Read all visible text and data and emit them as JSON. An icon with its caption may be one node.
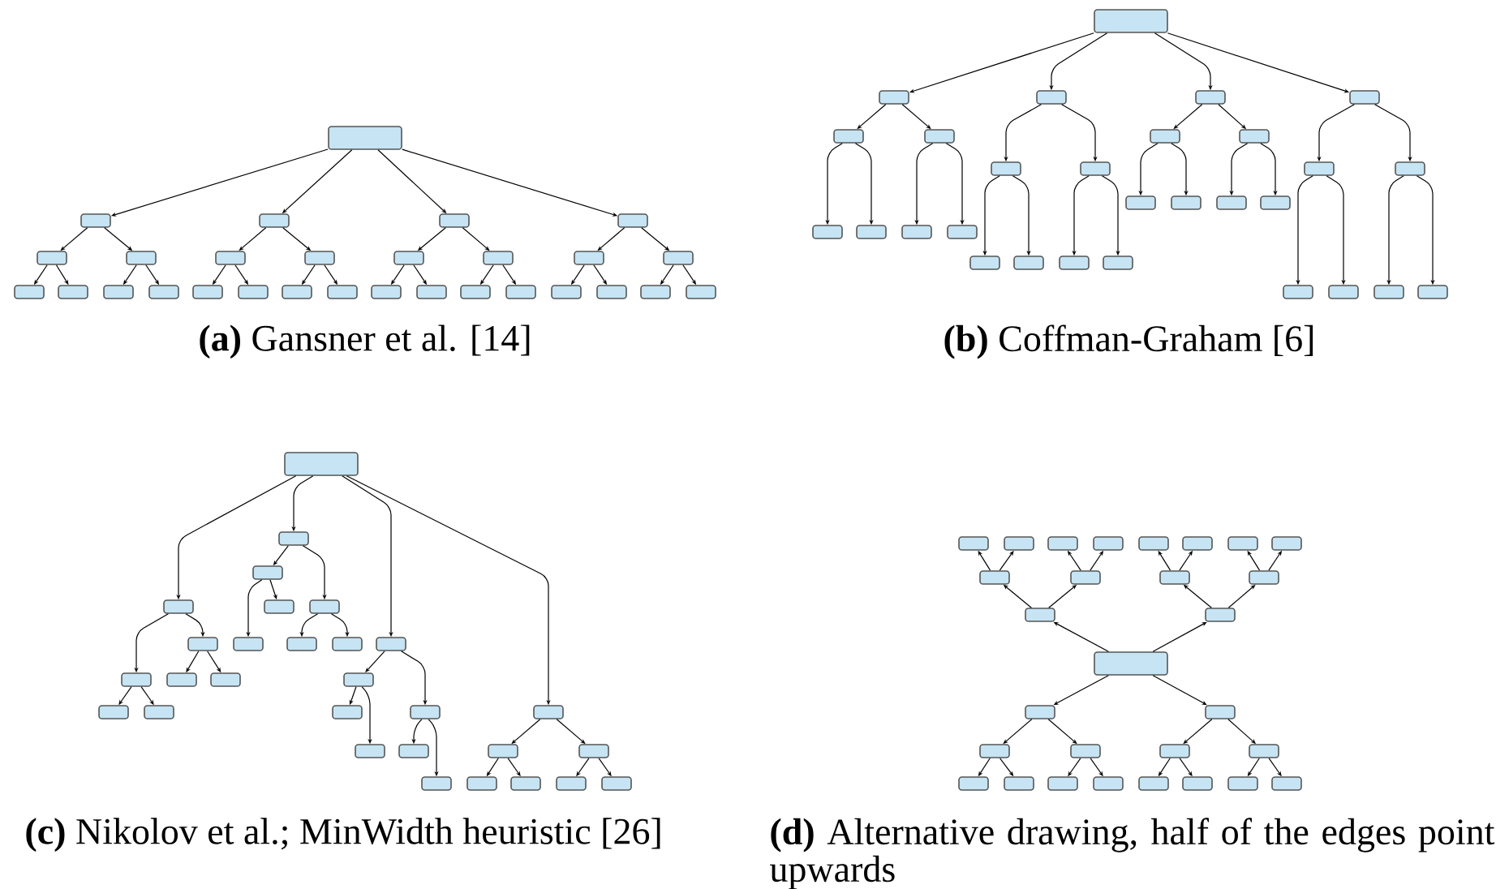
{
  "diagram": {
    "nodes": [
      {
        "text": [],
        "shape": "box"
      },
      {
        "text": [],
        "shape": "box"
      },
      {
        "text": [],
        "shape": "box"
      },
      {
        "text": [],
        "shape": "box"
      },
      {
        "text": [],
        "shape": "box"
      },
      {
        "text": [],
        "shape": "box"
      },
      {
        "text": [],
        "shape": "box"
      },
      {
        "text": [],
        "shape": "box"
      },
      {
        "text": [],
        "shape": "box"
      },
      {
        "text": [],
        "shape": "box"
      },
      {
        "text": [],
        "shape": "box"
      },
      {
        "text": [],
        "shape": "box"
      },
      {
        "text": [],
        "shape": "box"
      },
      {
        "text": [],
        "shape": "box"
      },
      {
        "text": [],
        "shape": "box"
      },
      {
        "text": [],
        "shape": "box"
      },
      {
        "text": [],
        "shape": "box"
      },
      {
        "text": [],
        "shape": "box"
      },
      {
        "text": [],
        "shape": "box"
      },
      {
        "text": [],
        "shape": "box"
      },
      {
        "text": [],
        "shape": "box"
      },
      {
        "text": [],
        "shape": "box"
      },
      {
        "text": [],
        "shape": "box"
      },
      {
        "text": [],
        "shape": "box"
      },
      {
        "text": [],
        "shape": "box"
      },
      {
        "text": [],
        "shape": "box"
      },
      {
        "text": [],
        "shape": "box"
      },
      {
        "text": [],
        "shape": "box"
      },
      {
        "text": [],
        "shape": "box"
      },
      {
        "text": [],
        "shape": "box"
      },
      {
        "text": [],
        "shape": "box"
      },
      {
        "text": [],
        "shape": "box"
      },
      {
        "text": [],
        "shape": "box"
      },
      {
        "text": [],
        "shape": "box"
      },
      {
        "text": [],
        "shape": "box"
      },
      {
        "text": [],
        "shape": "box"
      },
      {
        "text": [],
        "shape": "box"
      },
      {
        "text": [],
        "shape": "box"
      },
      {
        "text": [],
        "shape": "box"
      },
      {
        "text": [],
        "shape": "box"
      },
      {
        "text": [],
        "shape": "box"
      },
      {
        "text": [],
        "shape": "box"
      },
      {
        "text": [],
        "shape": "box"
      },
      {
        "text": [],
        "shape": "box"
      },
      {
        "text": [],
        "shape": "box"
      },
      {
        "text": [],
        "shape": "box"
      },
      {
        "text": [],
        "shape": "box"
      },
      {
        "text": [],
        "shape": "box"
      },
      {
        "text": [],
        "shape": "box"
      },
      {
        "text": [],
        "shape": "box"
      },
      {
        "text": [],
        "shape": "box"
      },
      {
        "text": [],
        "shape": "box"
      },
      {
        "text": [],
        "shape": "box"
      },
      {
        "text": [],
        "shape": "box"
      },
      {
        "text": [],
        "shape": "box"
      },
      {
        "text": [],
        "shape": "box"
      },
      {
        "text": [],
        "shape": "box"
      },
      {
        "text": [],
        "shape": "box"
      },
      {
        "text": [],
        "shape": "box"
      },
      {
        "text": [],
        "shape": "box"
      },
      {
        "text": [],
        "shape": "box"
      },
      {
        "text": [],
        "shape": "box"
      },
      {
        "text": [],
        "shape": "box"
      },
      {
        "text": [],
        "shape": "box"
      },
      {
        "text": [],
        "shape": "box"
      },
      {
        "text": [],
        "shape": "box"
      },
      {
        "text": [],
        "shape": "box"
      },
      {
        "text": [],
        "shape": "box"
      },
      {
        "text": [],
        "shape": "box"
      },
      {
        "text": [],
        "shape": "box"
      },
      {
        "text": [],
        "shape": "box"
      },
      {
        "text": [],
        "shape": "box"
      },
      {
        "text": [],
        "shape": "box"
      },
      {
        "text": [],
        "shape": "box"
      },
      {
        "text": [],
        "shape": "box"
      },
      {
        "text": [],
        "shape": "box"
      },
      {
        "text": [],
        "shape": "box"
      },
      {
        "text": [],
        "shape": "box"
      },
      {
        "text": [],
        "shape": "box"
      },
      {
        "text": [],
        "shape": "box"
      },
      {
        "text": [],
        "shape": "box"
      },
      {
        "text": [],
        "shape": "box"
      },
      {
        "text": [],
        "shape": "box"
      },
      {
        "text": [],
        "shape": "box"
      },
      {
        "text": [],
        "shape": "box"
      },
      {
        "text": [],
        "shape": "box"
      },
      {
        "text": [],
        "shape": "box"
      },
      {
        "text": [],
        "shape": "box"
      },
      {
        "text": [],
        "shape": "box"
      },
      {
        "text": [],
        "shape": "box"
      },
      {
        "text": [],
        "shape": "box"
      },
      {
        "text": [],
        "shape": "box"
      },
      {
        "text": [],
        "shape": "box"
      },
      {
        "text": [],
        "shape": "box"
      },
      {
        "text": [],
        "shape": "box"
      },
      {
        "text": [],
        "shape": "box"
      },
      {
        "text": [],
        "shape": "box"
      },
      {
        "text": [],
        "shape": "box"
      },
      {
        "text": [],
        "shape": "box"
      },
      {
        "text": [],
        "shape": "box"
      },
      {
        "text": [],
        "shape": "box"
      },
      {
        "text": [],
        "shape": "box"
      },
      {
        "text": [],
        "shape": "box"
      },
      {
        "text": [],
        "shape": "box"
      },
      {
        "text": [],
        "shape": "box"
      },
      {
        "text": [],
        "shape": "box"
      },
      {
        "text": [],
        "shape": "box"
      },
      {
        "text": [],
        "shape": "box"
      },
      {
        "text": [],
        "shape": "box"
      },
      {
        "text": [],
        "shape": "box"
      },
      {
        "text": [],
        "shape": "box"
      },
      {
        "text": [],
        "shape": "box"
      },
      {
        "text": [],
        "shape": "box"
      },
      {
        "text": [],
        "shape": "box"
      },
      {
        "text": [],
        "shape": "box"
      },
      {
        "text": [],
        "shape": "box"
      }
    ],
    "edges": [
      {
        "from": 0,
        "to": 1,
        "arrow": "to"
      },
      {
        "from": 0,
        "to": 2,
        "arrow": "to"
      },
      {
        "from": 0,
        "to": 3,
        "arrow": "to"
      },
      {
        "from": 0,
        "to": 4,
        "arrow": "to"
      },
      {
        "from": 1,
        "to": 5,
        "arrow": "to"
      },
      {
        "from": 1,
        "to": 6,
        "arrow": "to"
      },
      {
        "from": 2,
        "to": 7,
        "arrow": "to"
      },
      {
        "from": 2,
        "to": 8,
        "arrow": "to"
      },
      {
        "from": 3,
        "to": 9,
        "arrow": "to"
      },
      {
        "from": 3,
        "to": 10,
        "arrow": "to"
      },
      {
        "from": 4,
        "to": 11,
        "arrow": "to"
      },
      {
        "from": 4,
        "to": 12,
        "arrow": "to"
      },
      {
        "from": 5,
        "to": 13,
        "arrow": "to"
      },
      {
        "from": 5,
        "to": 14,
        "arrow": "to"
      },
      {
        "from": 6,
        "to": 15,
        "arrow": "to"
      },
      {
        "from": 6,
        "to": 16,
        "arrow": "to"
      },
      {
        "from": 7,
        "to": 17,
        "arrow": "to"
      },
      {
        "from": 7,
        "to": 18,
        "arrow": "to"
      },
      {
        "from": 8,
        "to": 19,
        "arrow": "to"
      },
      {
        "from": 8,
        "to": 20,
        "arrow": "to"
      },
      {
        "from": 9,
        "to": 21,
        "arrow": "to"
      },
      {
        "from": 9,
        "to": 22,
        "arrow": "to"
      },
      {
        "from": 10,
        "to": 23,
        "arrow": "to"
      },
      {
        "from": 10,
        "to": 24,
        "arrow": "to"
      },
      {
        "from": 11,
        "to": 25,
        "arrow": "to"
      },
      {
        "from": 11,
        "to": 26,
        "arrow": "to"
      },
      {
        "from": 12,
        "to": 27,
        "arrow": "to"
      },
      {
        "from": 12,
        "to": 28,
        "arrow": "to"
      },
      {
        "from": 29,
        "to": 30,
        "arrow": "to"
      },
      {
        "from": 29,
        "to": 31,
        "arrow": "to"
      },
      {
        "from": 29,
        "to": 32,
        "arrow": "to"
      },
      {
        "from": 29,
        "to": 33,
        "arrow": "to"
      },
      {
        "from": 30,
        "to": 34,
        "arrow": "to"
      },
      {
        "from": 30,
        "to": 35,
        "arrow": "to"
      },
      {
        "from": 31,
        "to": 36,
        "arrow": "to"
      },
      {
        "from": 31,
        "to": 37,
        "arrow": "to"
      },
      {
        "from": 32,
        "to": 38,
        "arrow": "to"
      },
      {
        "from": 32,
        "to": 39,
        "arrow": "to"
      },
      {
        "from": 33,
        "to": 40,
        "arrow": "to"
      },
      {
        "from": 33,
        "to": 41,
        "arrow": "to"
      },
      {
        "from": 34,
        "to": 42,
        "arrow": "to"
      },
      {
        "from": 34,
        "to": 43,
        "arrow": "to"
      },
      {
        "from": 35,
        "to": 44,
        "arrow": "to"
      },
      {
        "from": 35,
        "to": 45,
        "arrow": "to"
      },
      {
        "from": 36,
        "to": 46,
        "arrow": "to"
      },
      {
        "from": 36,
        "to": 47,
        "arrow": "to"
      },
      {
        "from": 37,
        "to": 48,
        "arrow": "to"
      },
      {
        "from": 37,
        "to": 49,
        "arrow": "to"
      },
      {
        "from": 38,
        "to": 50,
        "arrow": "to"
      },
      {
        "from": 38,
        "to": 51,
        "arrow": "to"
      },
      {
        "from": 39,
        "to": 52,
        "arrow": "to"
      },
      {
        "from": 39,
        "to": 53,
        "arrow": "to"
      },
      {
        "from": 40,
        "to": 54,
        "arrow": "to"
      },
      {
        "from": 40,
        "to": 55,
        "arrow": "to"
      },
      {
        "from": 41,
        "to": 56,
        "arrow": "to"
      },
      {
        "from": 41,
        "to": 57,
        "arrow": "to"
      },
      {
        "from": 58,
        "to": 59,
        "arrow": "to"
      },
      {
        "from": 58,
        "to": 60,
        "arrow": "to"
      },
      {
        "from": 58,
        "to": 61,
        "arrow": "to"
      },
      {
        "from": 58,
        "to": 62,
        "arrow": "to"
      },
      {
        "from": 59,
        "to": 63,
        "arrow": "to"
      },
      {
        "from": 59,
        "to": 64,
        "arrow": "to"
      },
      {
        "from": 60,
        "to": 65,
        "arrow": "to"
      },
      {
        "from": 60,
        "to": 66,
        "arrow": "to"
      },
      {
        "from": 61,
        "to": 67,
        "arrow": "to"
      },
      {
        "from": 61,
        "to": 68,
        "arrow": "to"
      },
      {
        "from": 62,
        "to": 69,
        "arrow": "to"
      },
      {
        "from": 62,
        "to": 70,
        "arrow": "to"
      },
      {
        "from": 63,
        "to": 71,
        "arrow": "to"
      },
      {
        "from": 63,
        "to": 72,
        "arrow": "to"
      },
      {
        "from": 64,
        "to": 73,
        "arrow": "to"
      },
      {
        "from": 64,
        "to": 74,
        "arrow": "to"
      },
      {
        "from": 65,
        "to": 75,
        "arrow": "to"
      },
      {
        "from": 65,
        "to": 76,
        "arrow": "to"
      },
      {
        "from": 66,
        "to": 77,
        "arrow": "to"
      },
      {
        "from": 66,
        "to": 78,
        "arrow": "to"
      },
      {
        "from": 67,
        "to": 79,
        "arrow": "to"
      },
      {
        "from": 67,
        "to": 80,
        "arrow": "to"
      },
      {
        "from": 68,
        "to": 81,
        "arrow": "to"
      },
      {
        "from": 68,
        "to": 82,
        "arrow": "to"
      },
      {
        "from": 69,
        "to": 83,
        "arrow": "to"
      },
      {
        "from": 69,
        "to": 84,
        "arrow": "to"
      },
      {
        "from": 70,
        "to": 85,
        "arrow": "to"
      },
      {
        "from": 70,
        "to": 86,
        "arrow": "to"
      },
      {
        "from": 87,
        "to": 88,
        "arrow": "to"
      },
      {
        "from": 87,
        "to": 89,
        "arrow": "to"
      },
      {
        "from": 87,
        "to": 90,
        "arrow": "to"
      },
      {
        "from": 87,
        "to": 91,
        "arrow": "to"
      },
      {
        "from": 88,
        "to": 92,
        "arrow": "to"
      },
      {
        "from": 88,
        "to": 93,
        "arrow": "to"
      },
      {
        "from": 89,
        "to": 94,
        "arrow": "to"
      },
      {
        "from": 89,
        "to": 95,
        "arrow": "to"
      },
      {
        "from": 90,
        "to": 96,
        "arrow": "to"
      },
      {
        "from": 90,
        "to": 97,
        "arrow": "to"
      },
      {
        "from": 91,
        "to": 98,
        "arrow": "to"
      },
      {
        "from": 91,
        "to": 99,
        "arrow": "to"
      },
      {
        "from": 92,
        "to": 100,
        "arrow": "to"
      },
      {
        "from": 92,
        "to": 101,
        "arrow": "to"
      },
      {
        "from": 93,
        "to": 102,
        "arrow": "to"
      },
      {
        "from": 93,
        "to": 103,
        "arrow": "to"
      },
      {
        "from": 94,
        "to": 104,
        "arrow": "to"
      },
      {
        "from": 94,
        "to": 105,
        "arrow": "to"
      },
      {
        "from": 95,
        "to": 106,
        "arrow": "to"
      },
      {
        "from": 95,
        "to": 107,
        "arrow": "to"
      },
      {
        "from": 96,
        "to": 108,
        "arrow": "to"
      },
      {
        "from": 96,
        "to": 109,
        "arrow": "to"
      },
      {
        "from": 97,
        "to": 110,
        "arrow": "to"
      },
      {
        "from": 97,
        "to": 111,
        "arrow": "to"
      },
      {
        "from": 98,
        "to": 112,
        "arrow": "to"
      },
      {
        "from": 98,
        "to": 113,
        "arrow": "to"
      },
      {
        "from": 99,
        "to": 114,
        "arrow": "to"
      },
      {
        "from": 99,
        "to": 115,
        "arrow": "to"
      }
    ],
    "labels": [
      "**(a)** Gansner et al. [14]",
      "**(b)** Coffman-Graham [6]",
      "**(c)** Nikolov et al.; MinWidth heuristic [26]",
      "**(d)** Alternative drawing, half of the edges point upwards"
    ]
  }
}
